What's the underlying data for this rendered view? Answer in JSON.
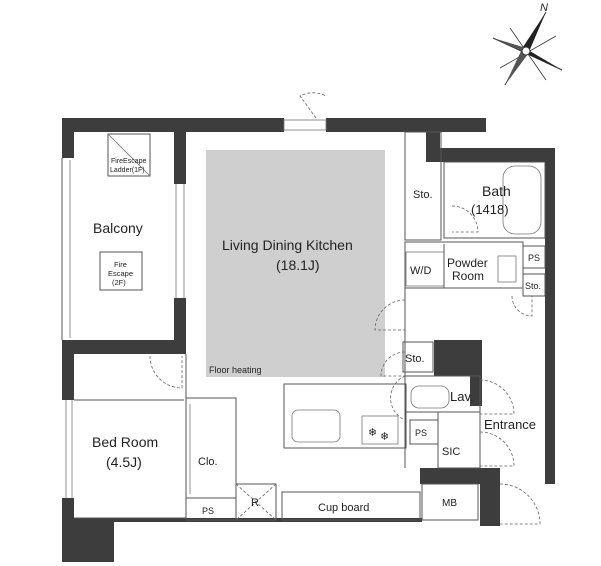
{
  "rooms": {
    "balcony": "Balcony",
    "fire_escape_ladder_line1": "FireEscape",
    "fire_escape_ladder_line2": "Ladder(1F)",
    "fire_escape_line1": "Fire",
    "fire_escape_line2": "Escape",
    "fire_escape_line3": "(2F)",
    "ldk_name": "Living Dining Kitchen",
    "ldk_size": "(18.1J)",
    "floor_heating": "Floor heating",
    "sto_top": "Sto.",
    "bath_name": "Bath",
    "bath_size": "(1418)",
    "wd": "W/D",
    "powder_line1": "Powder",
    "powder_line2": "Room",
    "ps_right": "PS",
    "sto_right": "Sto.",
    "sto_mid": "Sto.",
    "lav": "Lav.",
    "ps_mid": "PS",
    "entrance": "Entrance",
    "sic": "SIC",
    "mb": "MB",
    "bedroom_name": "Bed Room",
    "bedroom_size": "(4.5J)",
    "clo": "Clo.",
    "ps_bottom": "PS",
    "r": "R",
    "cupboard": "Cup board"
  },
  "compass": {
    "north": "N"
  },
  "colors": {
    "wall": "#3d3d3d",
    "ldk_fill": "#cfcfcf"
  }
}
